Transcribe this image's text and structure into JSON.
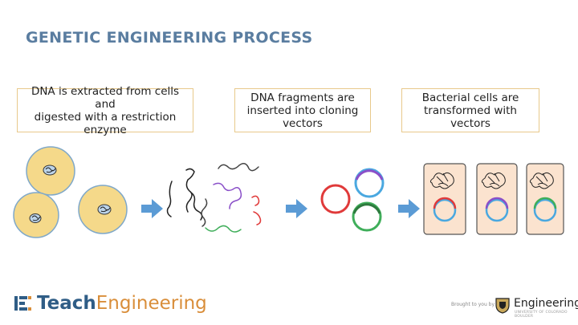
{
  "title": "GENETIC ENGINEERING PROCESS",
  "steps": [
    {
      "text": "DNA is extracted from cells and\ndigested with a restriction\nenzyme"
    },
    {
      "text": "DNA fragments are\ninserted into cloning\nvectors"
    },
    {
      "text": "Bacterial cells are\ntransformed with vectors"
    }
  ],
  "colors": {
    "title": "#5a7da0",
    "box_border": "#e8c98b",
    "cell_fill": "#f5d98a",
    "cell_stroke": "#7fa8c9",
    "arrow": "#5b9bd5",
    "bacteria_fill": "#fbe3cf",
    "plasmid_red": "#e03a3a",
    "plasmid_blue": "#4aa8e0",
    "plasmid_green": "#3fae5a",
    "plasmid_purple": "#8a4fc8",
    "brand_teach": "#2f5d86",
    "brand_engineering": "#d98e3a"
  },
  "footer": {
    "brand_part1": "Teach",
    "brand_part2": "Engineering",
    "credit": "Brought to you by",
    "partner": "Engineering",
    "partner_sub": "UNIVERSITY OF COLORADO BOULDER"
  }
}
